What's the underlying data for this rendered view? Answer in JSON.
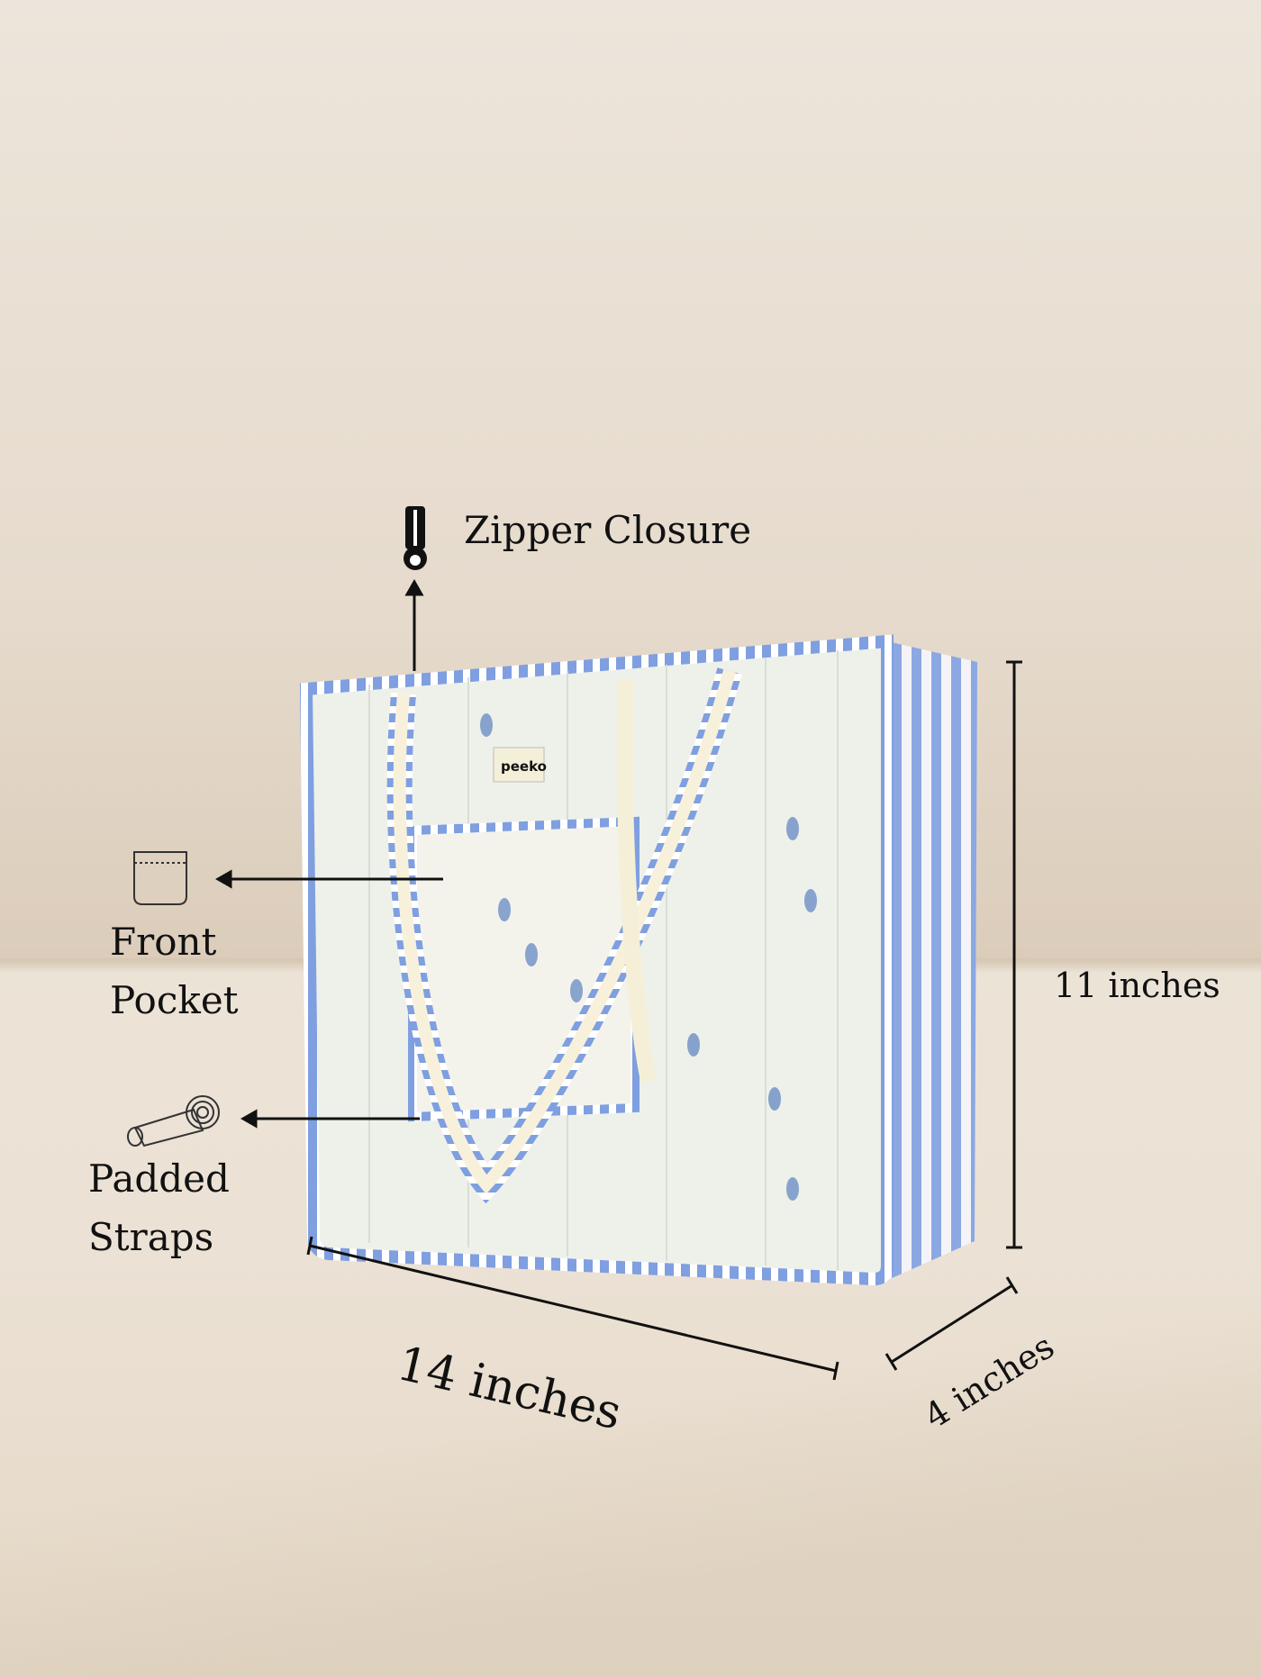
{
  "features": {
    "zipper": {
      "label": "Zipper Closure",
      "icon": "zipper-icon"
    },
    "pocket": {
      "label_line1": "Front",
      "label_line2": "Pocket",
      "icon": "pocket-icon"
    },
    "straps": {
      "label_line1": "Padded",
      "label_line2": "Straps",
      "icon": "rolled-strap-icon"
    }
  },
  "dimensions": {
    "height": "11 inches",
    "width": "14 inches",
    "depth": "4 inches"
  },
  "product": {
    "brand_tag": "peeko"
  },
  "colors": {
    "stripe_blue": "#7f9fe0",
    "fabric": "#eef1ec",
    "line": "#111111"
  }
}
